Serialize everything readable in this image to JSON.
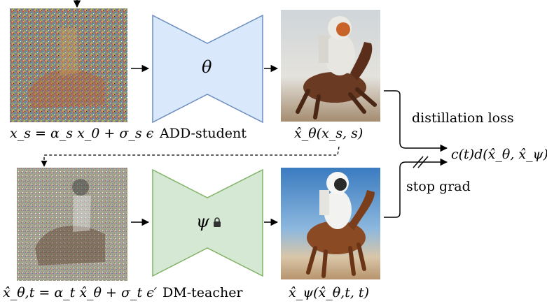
{
  "student": {
    "noisy_input_label": "x_s = α_s x_0 + σ_s ϵ",
    "network_symbol": "θ",
    "network_label": "ADD-student",
    "output_label": "x̂_θ(x_s, s)"
  },
  "teacher": {
    "noisy_input_label": "x̂_θ,t = α_t x̂_θ + σ_t ϵ′",
    "network_symbol": "ψ",
    "network_label": "DM-teacher",
    "output_label": "x̂_ψ(x̂_θ,t, t)"
  },
  "loss": {
    "distillation_label": "distillation loss",
    "stop_grad_label": "stop grad",
    "formula": "c(t)d(x̂_θ, x̂_ψ)"
  },
  "icons": {
    "lock": "lock-icon"
  },
  "colors": {
    "student_fill": "#dae8fc",
    "student_stroke": "#6c8ebf",
    "teacher_fill": "#d5e8d4",
    "teacher_stroke": "#82b366"
  }
}
